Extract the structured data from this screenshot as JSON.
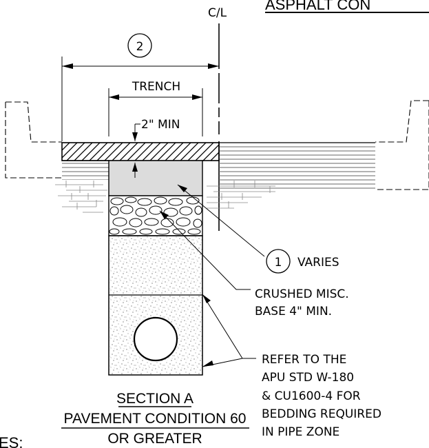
{
  "drawing": {
    "title_partial": "ASPHALT CON",
    "notes_partial": "ES:",
    "centerline_label": "C/L",
    "callouts": {
      "width_number": "2",
      "varies_number": "1",
      "varies_text": "VARIES"
    },
    "dimensions": {
      "trench": "TRENCH",
      "min_cover": "2\" MIN"
    },
    "labels": {
      "base_line1": "CRUSHED MISC.",
      "base_line2": "BASE 4\" MIN.",
      "refer_line1": "REFER TO THE",
      "refer_line2": "APU STD W-180",
      "refer_line3": "& CU1600-4 FOR",
      "refer_line4": "BEDDING REQUIRED",
      "refer_line5": "IN PIPE ZONE"
    },
    "section": {
      "title": "SECTION A",
      "line2": "PAVEMENT CONDITION 60",
      "line3": "OR GREATER"
    }
  }
}
